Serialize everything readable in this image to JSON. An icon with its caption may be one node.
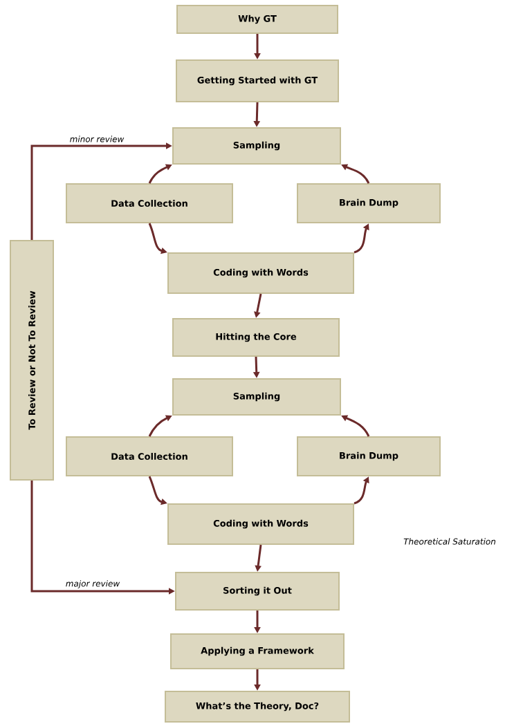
{
  "diagram": {
    "nodes": [
      {
        "text": [
          "Why GT"
        ]
      },
      {
        "text": [
          "Getting Started with GT"
        ]
      },
      {
        "text": [
          "Sampling"
        ]
      },
      {
        "text": [
          "Data Collection"
        ]
      },
      {
        "text": [
          "Brain Dump"
        ]
      },
      {
        "text": [
          "Coding with Words"
        ]
      },
      {
        "text": [
          "Hitting the Core"
        ]
      },
      {
        "text": [
          "Sampling"
        ]
      },
      {
        "text": [
          "Data Collection"
        ]
      },
      {
        "text": [
          "Brain Dump"
        ]
      },
      {
        "text": [
          "Coding with Words"
        ]
      },
      {
        "text": [
          "Sorting it Out"
        ]
      },
      {
        "text": [
          "Applying a Framework"
        ]
      },
      {
        "text": [
          "What’s the Theory, Doc?"
        ]
      },
      {
        "text": [
          "To Review or Not To Review"
        ]
      }
    ],
    "edges": [
      {
        "from": 0,
        "to": 1,
        "arrow": "to"
      },
      {
        "from": 1,
        "to": 2,
        "arrow": "to"
      },
      {
        "from": 3,
        "to": 2,
        "arrow": "to"
      },
      {
        "from": 3,
        "to": 5,
        "arrow": "to"
      },
      {
        "from": 5,
        "to": 4,
        "arrow": "to"
      },
      {
        "from": 4,
        "to": 2,
        "arrow": "to"
      },
      {
        "from": 5,
        "to": 6,
        "arrow": "to"
      },
      {
        "from": 6,
        "to": 7,
        "arrow": "to"
      },
      {
        "from": 8,
        "to": 7,
        "arrow": "to"
      },
      {
        "from": 8,
        "to": 10,
        "arrow": "to"
      },
      {
        "from": 10,
        "to": 9,
        "arrow": "to"
      },
      {
        "from": 9,
        "to": 7,
        "arrow": "to"
      },
      {
        "from": 10,
        "to": 11,
        "arrow": "to"
      },
      {
        "from": 11,
        "to": 12,
        "arrow": "to"
      },
      {
        "from": 12,
        "to": 13,
        "arrow": "to"
      },
      {
        "from": 14,
        "to": 2,
        "arrow": "to",
        "label": "minor review"
      },
      {
        "from": 14,
        "to": 11,
        "arrow": "to",
        "label": "major review"
      }
    ],
    "labels": [
      "Theoretical Saturation"
    ]
  }
}
